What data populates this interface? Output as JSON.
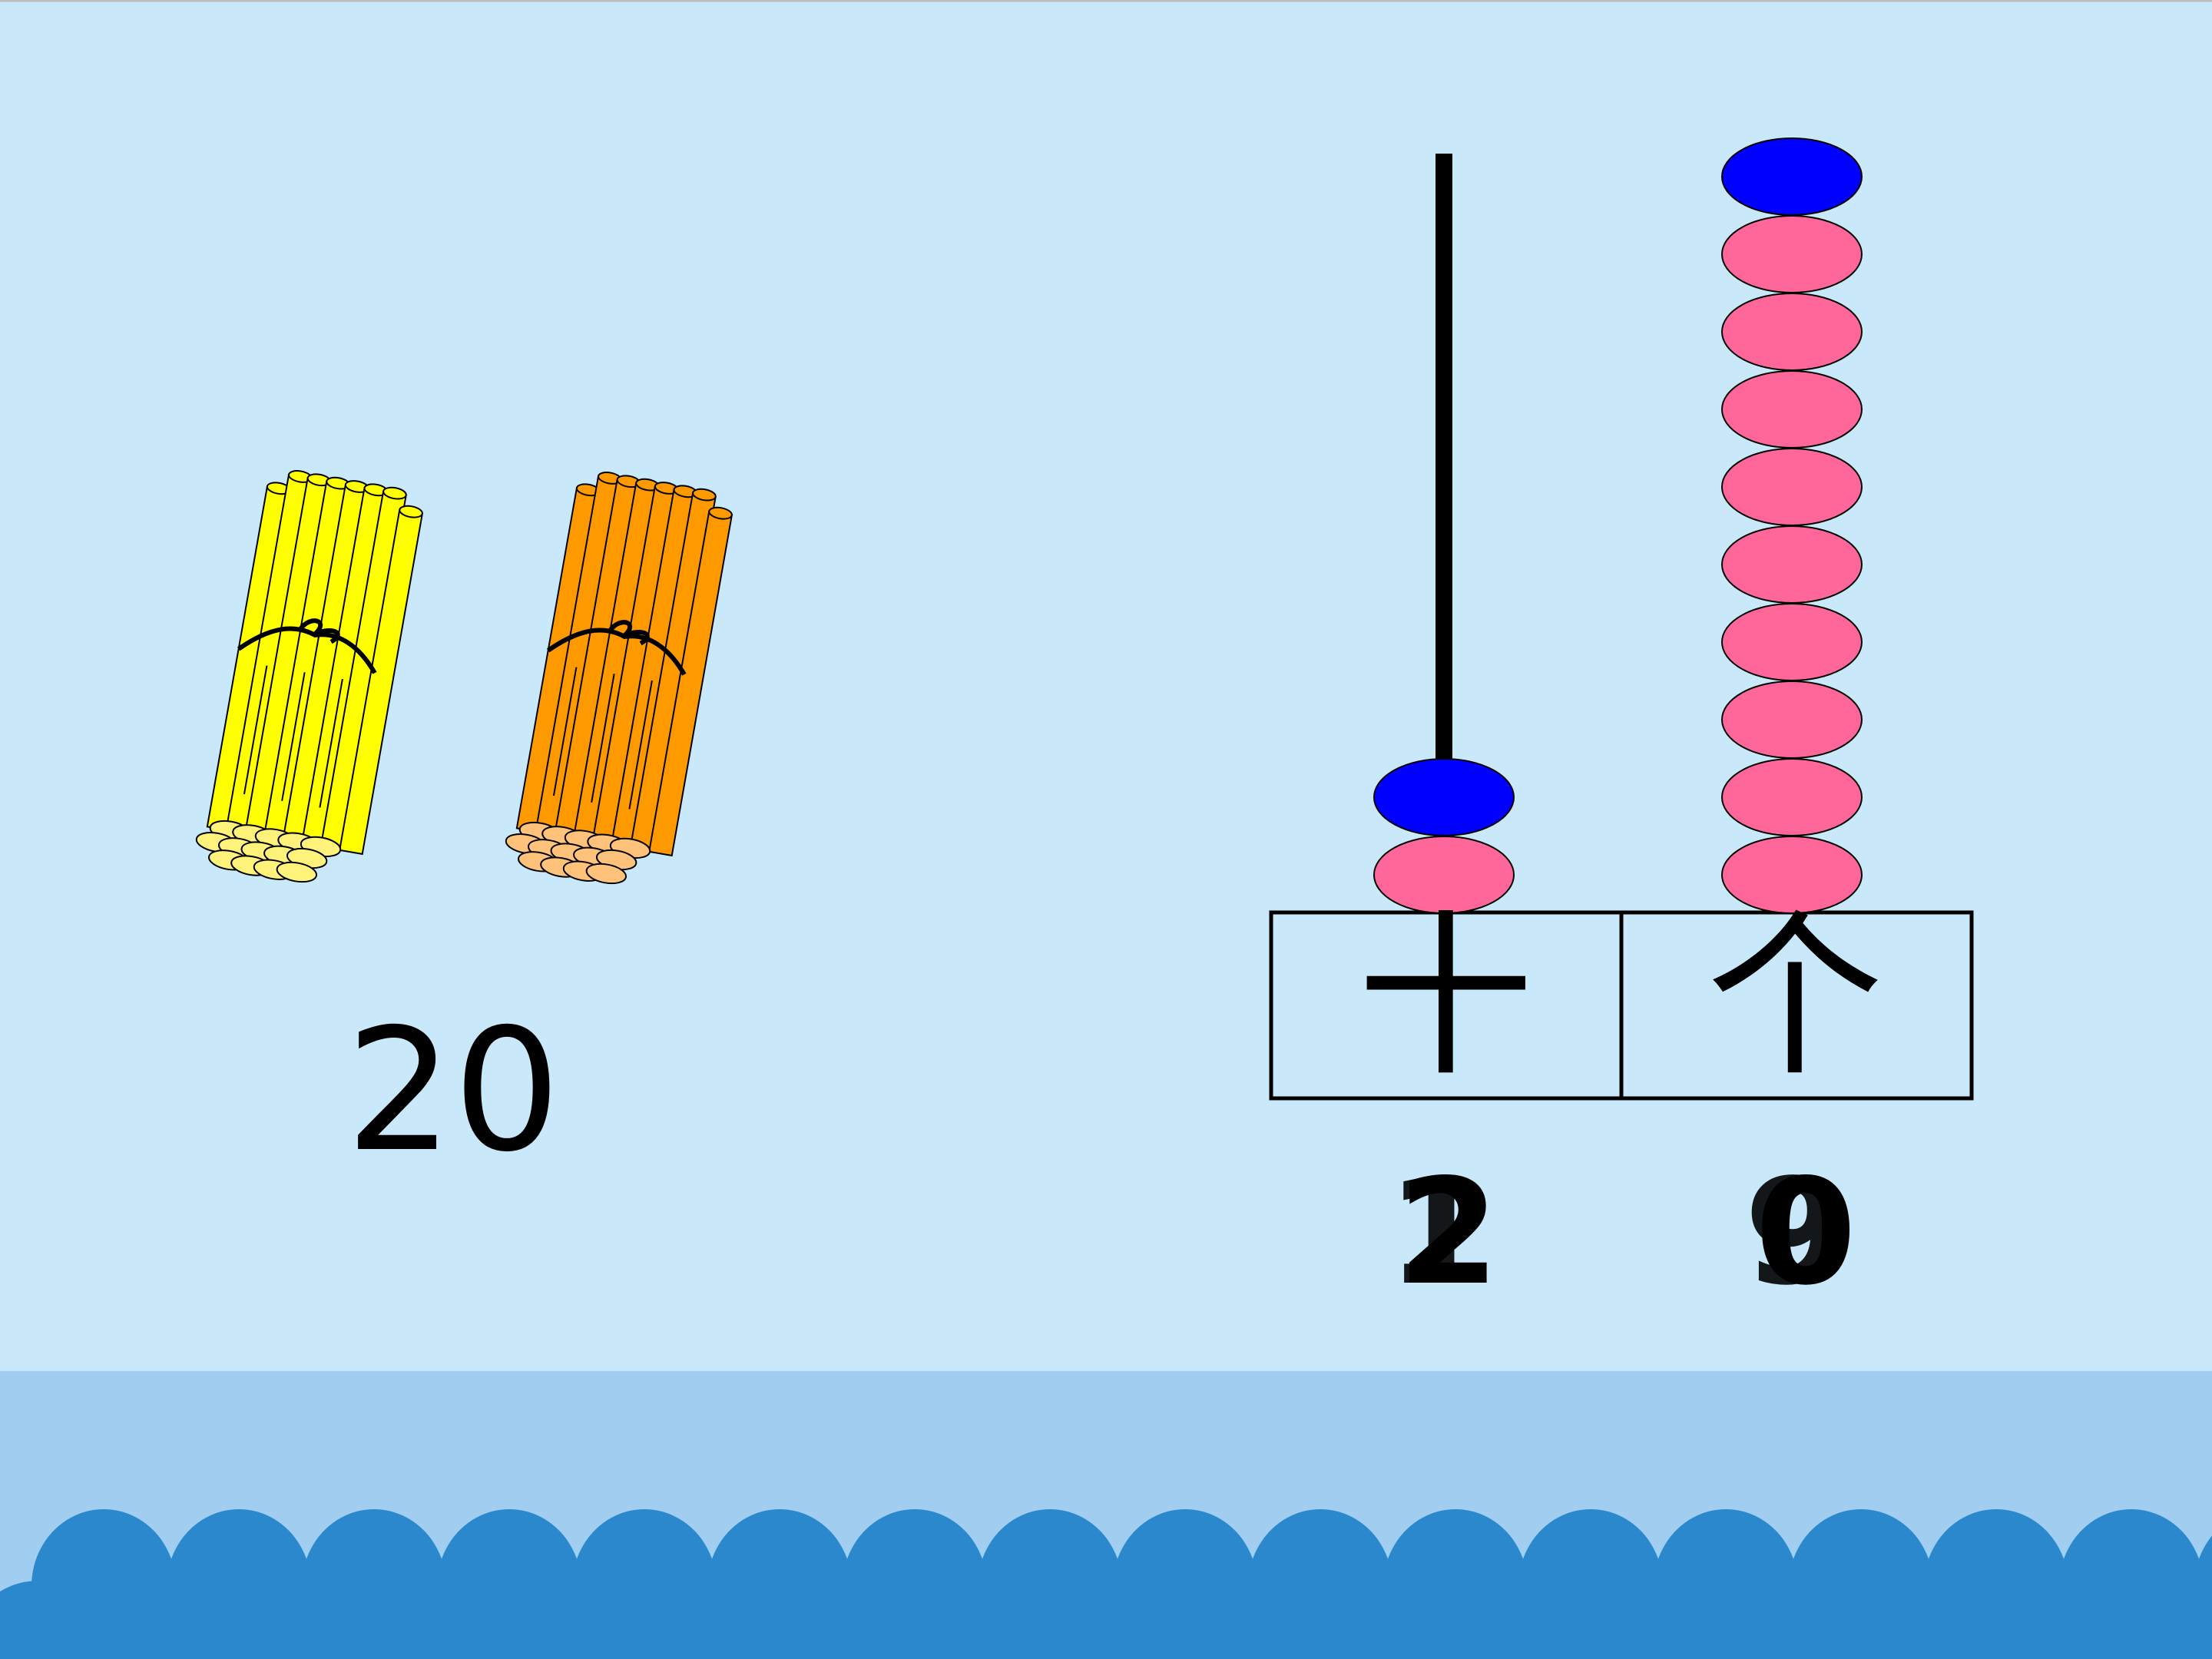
{
  "bundles": {
    "count_label": "20",
    "items": [
      {
        "color": "#ffff00",
        "end_color": "#fff27a"
      },
      {
        "color": "#ff9900",
        "end_color": "#ffc27a"
      }
    ]
  },
  "abacus": {
    "place_labels": {
      "tens": "十",
      "ones": "个"
    },
    "rods": [
      {
        "place": "tens",
        "beads": [
          "pink",
          "blue"
        ]
      },
      {
        "place": "ones",
        "beads": [
          "pink",
          "pink",
          "pink",
          "pink",
          "pink",
          "pink",
          "pink",
          "pink",
          "pink",
          "blue"
        ]
      }
    ],
    "bead_colors": {
      "pink": "#ff6699",
      "blue": "#0000ff"
    },
    "digits": {
      "tens": {
        "shown": "2",
        "previous": "1"
      },
      "ones": {
        "shown": "0",
        "previous": "9"
      }
    }
  },
  "colors": {
    "sky": "#c9e9fa",
    "sea": "#a0cdf0",
    "waves": "#2b88cc"
  }
}
